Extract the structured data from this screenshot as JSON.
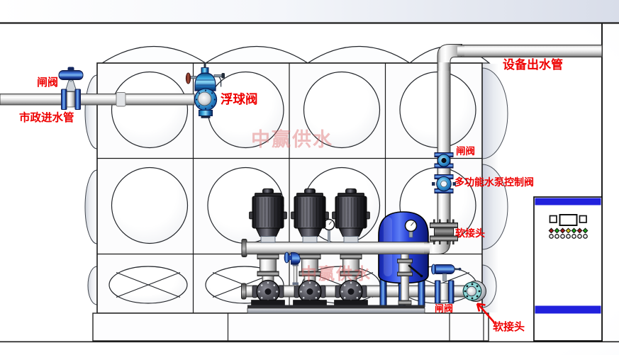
{
  "diagram": {
    "kind": "boosting water supply equipment installation diagram",
    "annotation_color": "#ee0000",
    "watermark": {
      "text": "中赢供水",
      "color": "#e05555"
    },
    "labels": {
      "inlet_gate_valve": "闸阀",
      "municipal_inlet_pipe": "市政进水管",
      "float_valve": "浮球阀",
      "equipment_outlet_pipe": "设备出水管",
      "outlet_gate_valve": "闸阀",
      "multifunction_pump_control_valve": "多功能水泵控制阀",
      "upper_flexible_joint": "软接头",
      "suction_gate_valve": "闸阀",
      "lower_flexible_joint": "软接头"
    },
    "equipment": {
      "pump_count": 3,
      "tank_panel_columns": 4,
      "tank_panel_rows": 3,
      "colors": {
        "valve_blue": "#2a52b8",
        "pressure_tank_blue": "#2740d8",
        "cabinet_band_blue": "#2121dd",
        "pipe_silver": "#c8c8c8",
        "flex_ring_teal": "#8fd8d8"
      }
    },
    "cabinet": {
      "band_color": "#2121dd",
      "indicator_row1": [
        "#a11818",
        "#18a018",
        "#a11818",
        "#d4c516",
        "#18a018",
        "#a11818",
        "#18a018"
      ],
      "indicator_row2": [
        "#ffffff",
        "#ffffff",
        "#ffffff",
        "#ffffff",
        "#ffffff",
        "#ffffff",
        "#ffffff"
      ]
    }
  }
}
